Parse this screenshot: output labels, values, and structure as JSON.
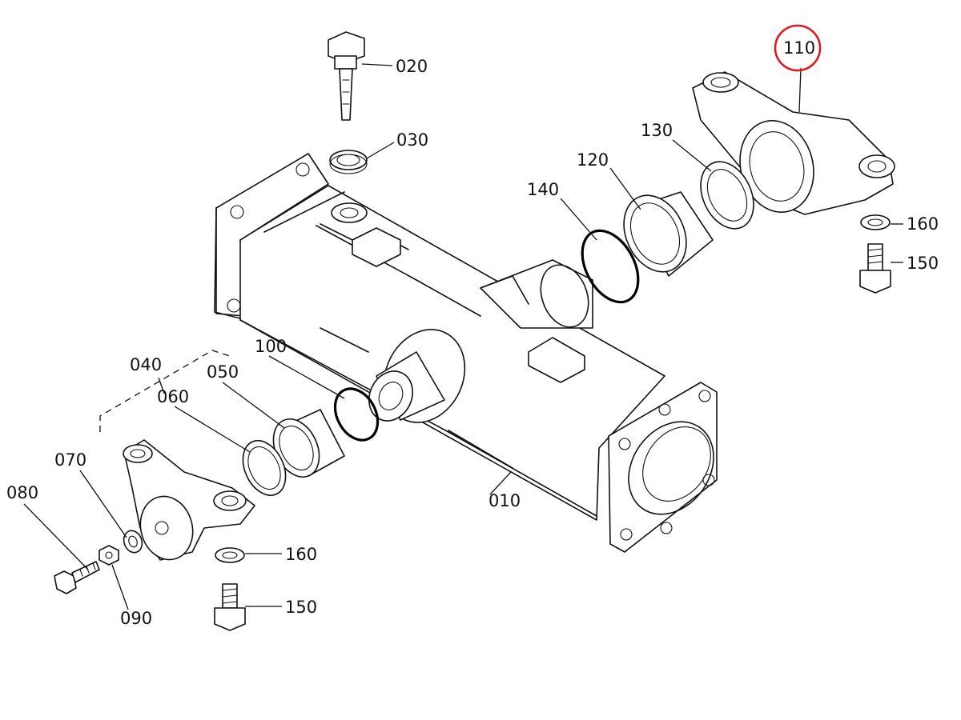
{
  "diagram": {
    "labels": {
      "p010": "010",
      "p020": "020",
      "p030": "030",
      "p040": "040",
      "p050": "050",
      "p060": "060",
      "p070": "070",
      "p080": "080",
      "p090": "090",
      "p100": "100",
      "p110": "110",
      "p120": "120",
      "p130": "130",
      "p140": "140",
      "p150a": "150",
      "p150b": "150",
      "p160a": "160",
      "p160b": "160"
    },
    "highlighted_part": "110",
    "colors": {
      "line": "#111111",
      "highlight": "#e0191c",
      "background": "#ffffff"
    }
  }
}
